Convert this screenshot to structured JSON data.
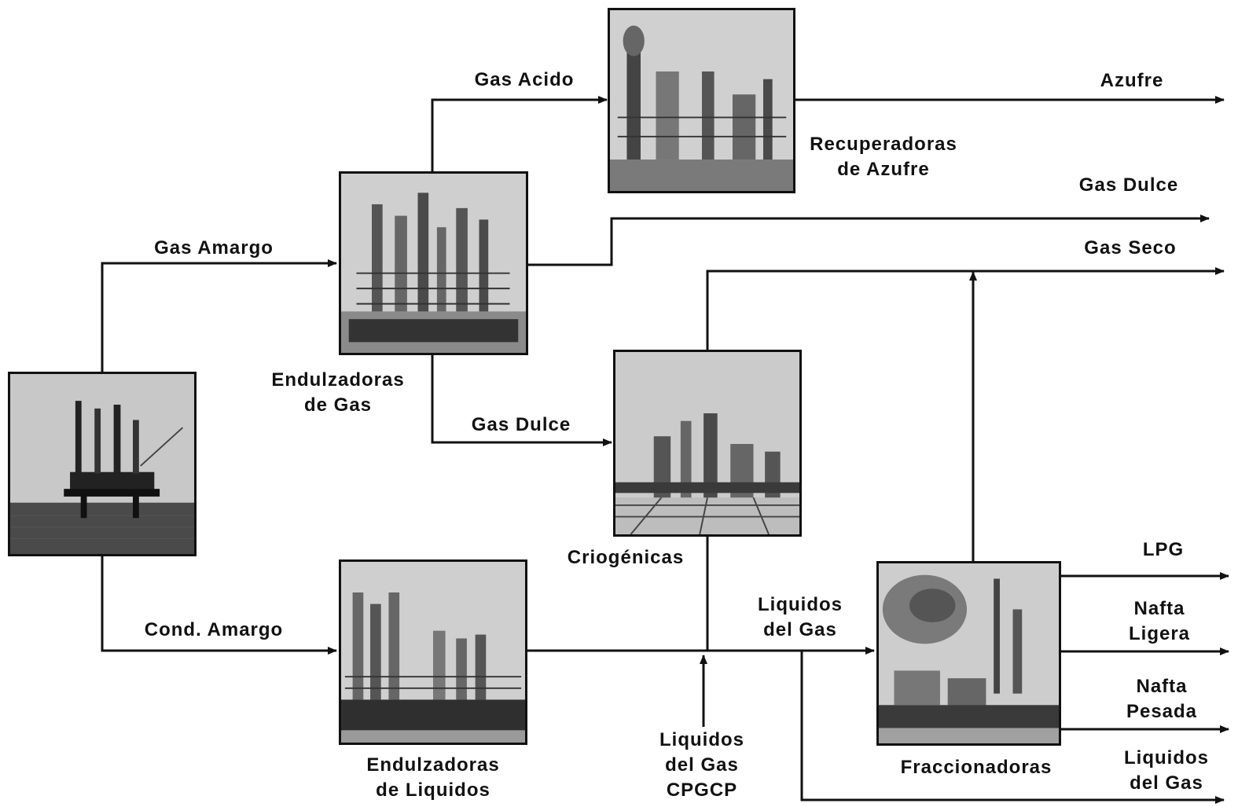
{
  "colors": {
    "line": "#111111",
    "photo_sky": "#c8c8c8",
    "photo_dark": "#3a3a3a"
  },
  "nodes": {
    "offshore_platform": {
      "icon": "offshore-platform-photo"
    },
    "gas_sweetening": {
      "label_line1": "Endulzadoras",
      "label_line2": "de Gas",
      "icon": "gas-plant-photo"
    },
    "sulfur_recovery": {
      "label_line1": "Recuperadoras",
      "label_line2": "de Azufre",
      "icon": "sulfur-plant-photo"
    },
    "cryogenic": {
      "label_line1": "Criogénicas",
      "icon": "cryogenic-plant-photo"
    },
    "liquid_sweetening": {
      "label_line1": "Endulzadoras",
      "label_line2": "de Liquidos",
      "icon": "liquids-plant-photo"
    },
    "fractionation": {
      "label_line1": "Fraccionadoras",
      "icon": "fractionation-plant-photo"
    }
  },
  "flows": {
    "gas_amargo": "Gas Amargo",
    "cond_amargo": "Cond.  Amargo",
    "gas_acido": "Gas Acido",
    "gas_dulce_to_cryo": "Gas Dulce",
    "azufre": "Azufre",
    "gas_dulce_out": "Gas Dulce",
    "gas_seco": "Gas Seco",
    "liquidos_del_gas_line1": "Liquidos",
    "liquidos_del_gas_line2": "del Gas",
    "cpgcp_line1": "Liquidos",
    "cpgcp_line2": "del Gas",
    "cpgcp_line3": "CPGCP",
    "lpg": "LPG",
    "nafta_ligera_line1": "Nafta",
    "nafta_ligera_line2": "Ligera",
    "nafta_pesada_line1": "Nafta",
    "nafta_pesada_line2": "Pesada",
    "liquidos_out_line1": "Liquidos",
    "liquidos_out_line2": "del Gas"
  }
}
